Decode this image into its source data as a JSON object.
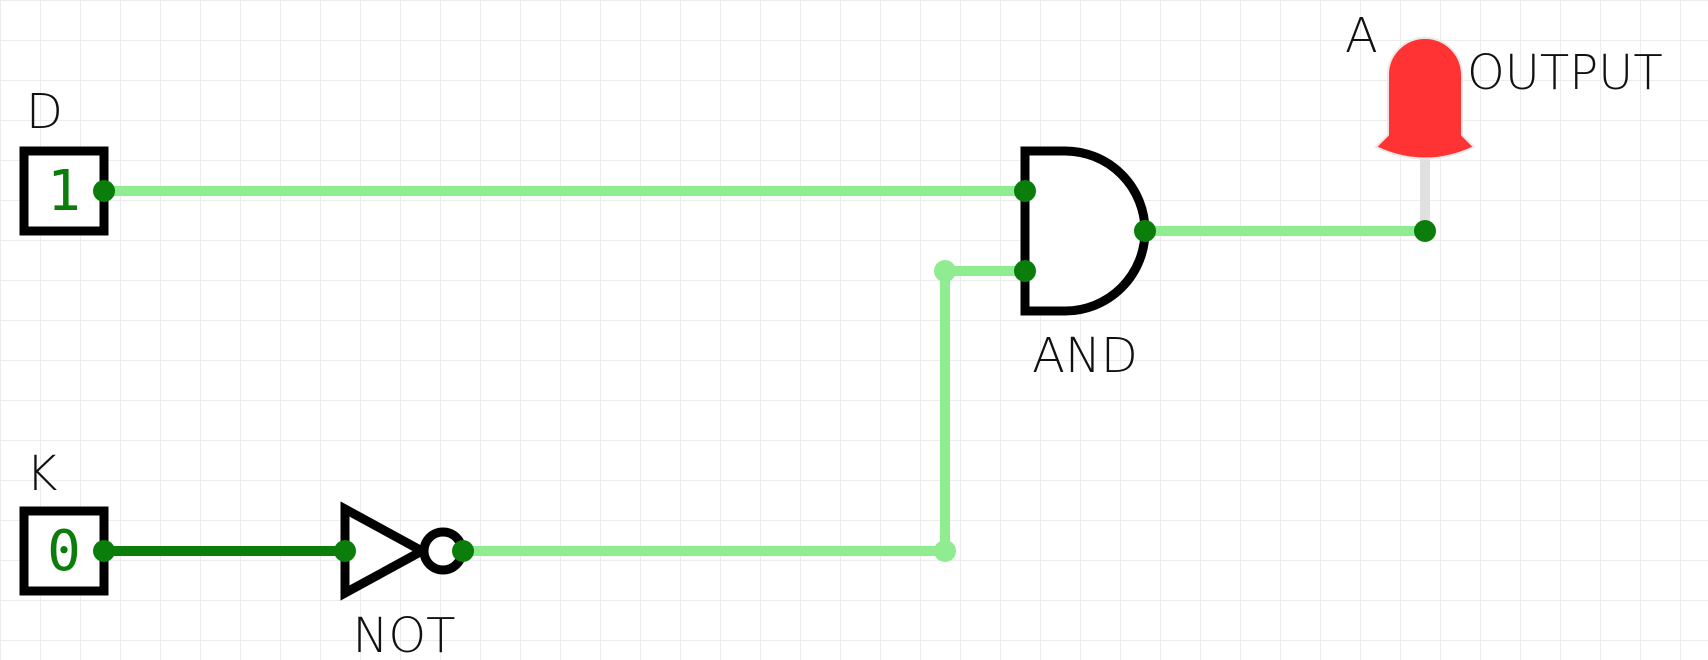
{
  "colors": {
    "wire_high": "#90ec90",
    "wire_low": "#0a7d0a",
    "node": "#0a7d0a",
    "node_light": "#90ec90",
    "gate_stroke": "#000000",
    "led_on": "#ff3333",
    "value_text": "#0a7d0a"
  },
  "inputs": [
    {
      "label": "D",
      "value": "1"
    },
    {
      "label": "K",
      "value": "0"
    }
  ],
  "gates": {
    "and_label": "AND",
    "not_label": "NOT"
  },
  "output": {
    "label": "A",
    "name": "OUTPUT"
  }
}
